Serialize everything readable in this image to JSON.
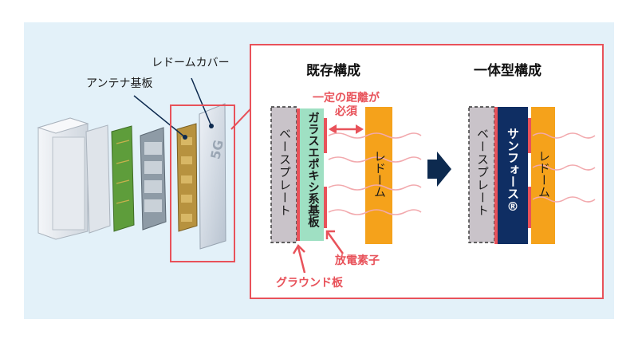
{
  "labels": {
    "radome_cover": "レドームカバー",
    "antenna_board": "アンテナ基板",
    "existing_config": "既存構成",
    "integrated_config": "一体型構成",
    "distance_note_line1": "一定の距離が",
    "distance_note_line2": "必須",
    "glass_epoxy_board": "ガラスエポキシ系基板",
    "base_plate_left": "ベースプレート",
    "radome_left": "レドーム",
    "base_plate_right": "ベースプレート",
    "sunforce": "サンフォース®",
    "radome_right": "レドーム",
    "radiating_element": "放電素子",
    "ground_plate": "グラウンド板",
    "cover_mark": "5G"
  },
  "colors": {
    "background_panel": "#e3f1f9",
    "accent_red": "#e8525a",
    "radome_orange": "#f5a21b",
    "glass_epoxy_green": "#9fe0c3",
    "base_plate_gray": "#c9c3c9",
    "sunforce_navy": "#0f2e63",
    "arrow_navy": "#0d2a4f"
  }
}
